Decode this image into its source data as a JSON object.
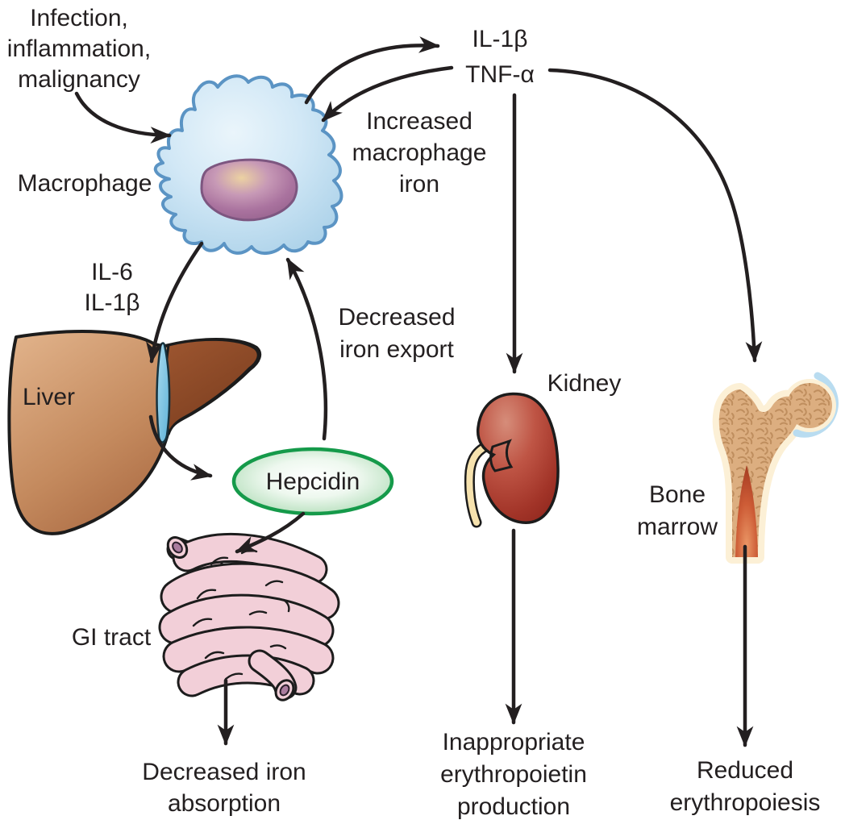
{
  "figure": {
    "background": "#ffffff",
    "text_color": "#231f20"
  },
  "labels": {
    "trigger_line1": "Infection,",
    "trigger_line2": "inflammation,",
    "trigger_line3": "malignancy",
    "macrophage": "Macrophage",
    "il1b_top": "IL-1β",
    "tnf_alpha": "TNF-α",
    "increased_iron_line1": "Increased",
    "increased_iron_line2": "macrophage",
    "increased_iron_line3": "iron",
    "il6": "IL-6",
    "il1b_liver": "IL-1β",
    "liver": "Liver",
    "decreased_export_line1": "Decreased",
    "decreased_export_line2": "iron export",
    "hepcidin": "Hepcidin",
    "gi_tract": "GI tract",
    "decreased_absorption_line1": "Decreased iron",
    "decreased_absorption_line2": "absorption",
    "kidney": "Kidney",
    "epo_line1": "Inappropriate",
    "epo_line2": "erythropoietin",
    "epo_line3": "production",
    "bone_marrow_line1": "Bone",
    "bone_marrow_line2": "marrow",
    "reduced_line1": "Reduced",
    "reduced_line2": "erythropoiesis"
  },
  "colors": {
    "arrow": "#231f20",
    "macrophage_body": "#cfe7f5",
    "macrophage_border": "#5b94c4",
    "nucleus_purple": "#a5719d",
    "nucleus_highlight": "#ecd2a2",
    "liver_brown": "#b5714a",
    "liver_dark_lobe": "#8a4826",
    "gallbladder_blue": "#7cc4e4",
    "hepcidin_fill": "#d8efdb",
    "hepcidin_border": "#159a4a",
    "intestine_pink": "#f2cfd8",
    "intestine_lumen": "#aa7c9e",
    "kidney_red": "#ab3a2d",
    "ureter_cream": "#f6e2ae",
    "bone_cortex_cream": "#fcf0d6",
    "bone_trabecular_tan": "#dcae80",
    "bone_marrow_red": "#bf4e2d",
    "cartilage_blue": "#b9dcf0"
  }
}
